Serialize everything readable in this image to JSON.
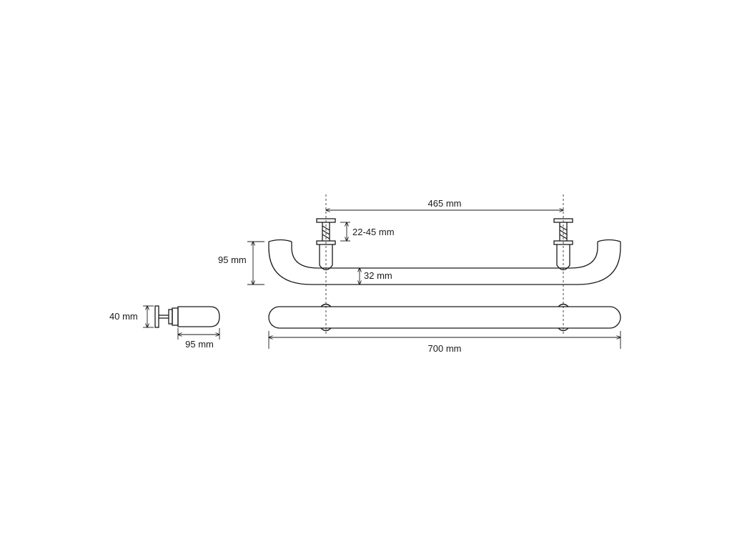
{
  "dimensions": {
    "mount_spacing": "465 mm",
    "rosette_depth": "22-45 mm",
    "projection": "95 mm",
    "tube_diameter": "32 mm",
    "rosette_diameter": "40 mm",
    "side_depth": "95 mm",
    "overall_length": "700 mm"
  },
  "colors": {
    "line": "#1a1a1a",
    "background": "#ffffff"
  }
}
